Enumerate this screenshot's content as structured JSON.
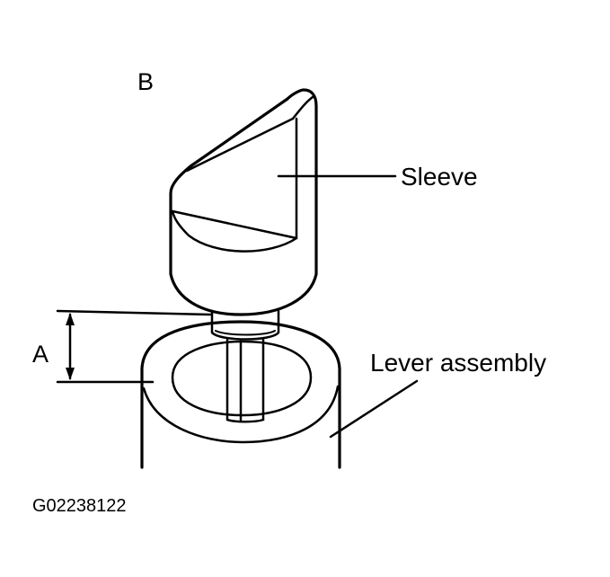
{
  "labels": {
    "view_letter": "B",
    "dimension_letter": "A",
    "sleeve": "Sleeve",
    "lever_assembly": "Lever assembly",
    "figure_code": "G02238122"
  },
  "colors": {
    "ink": "#000000",
    "paper": "#ffffff"
  }
}
